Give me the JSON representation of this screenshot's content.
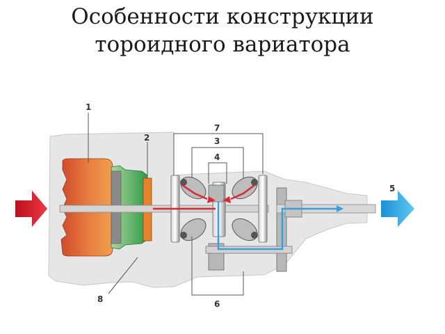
{
  "title": {
    "line1": "Особенности конструкции",
    "line2": "тороидного вариатора"
  },
  "diagram": {
    "labels": {
      "l1": "1",
      "l2": "2",
      "l3": "3",
      "l4": "4",
      "l5": "5",
      "l6": "6",
      "l7": "7",
      "l8": "8"
    },
    "colors": {
      "input_arrow": "#e0202e",
      "output_arrow": "#2aa8e6",
      "torque_converter": "#e2703a",
      "pump": "#5fb85a",
      "housing": "#e6e6e6",
      "power_flow_in": "#d8283a",
      "power_flow_out": "#3aa0dc"
    }
  }
}
